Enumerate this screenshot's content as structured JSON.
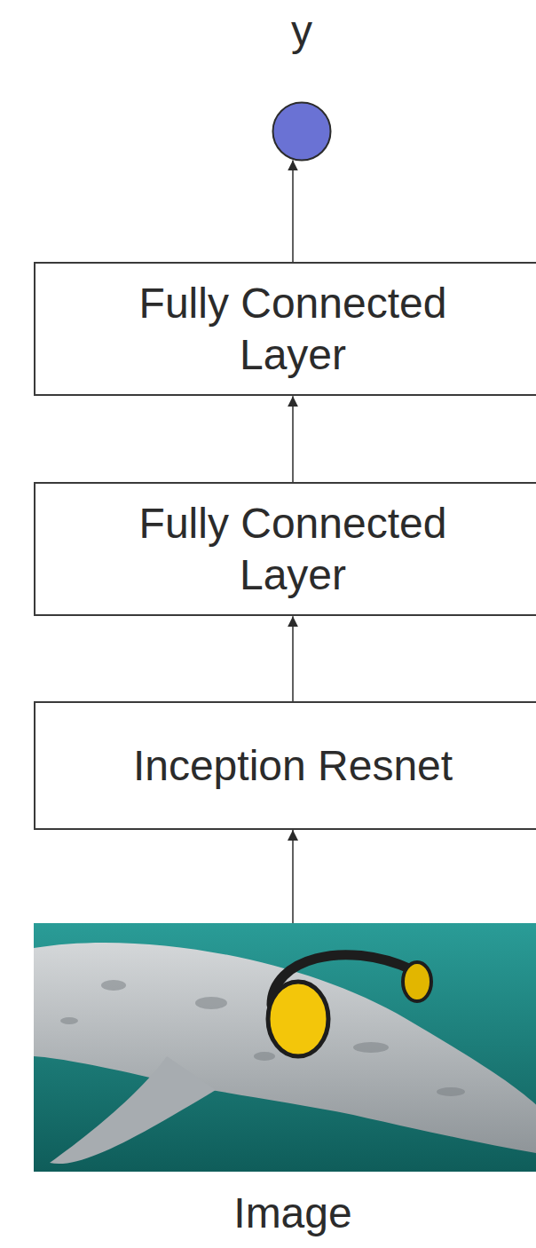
{
  "diagram": {
    "nodes": [
      {
        "text": [
          "y"
        ]
      },
      {
        "text": [
          "Fully Connected Layer"
        ]
      },
      {
        "text": [
          "Fully Connected Layer"
        ]
      },
      {
        "text": [
          "Inception Resnet"
        ]
      },
      {
        "text": [
          "Image"
        ]
      }
    ],
    "edges": [
      {
        "from": 4,
        "to": 3,
        "arrow": "to"
      },
      {
        "from": 3,
        "to": 2,
        "arrow": "to"
      },
      {
        "from": 2,
        "to": 1,
        "arrow": "to"
      },
      {
        "from": 1,
        "to": 0,
        "arrow": "to"
      }
    ]
  }
}
